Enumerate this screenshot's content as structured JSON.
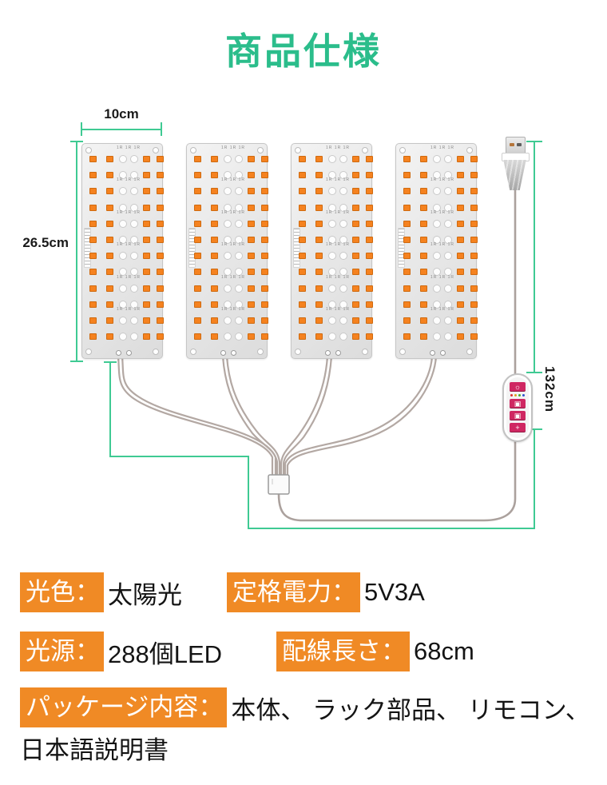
{
  "title": "商品仕様",
  "colors": {
    "accent_green": "#2bbd8b",
    "measure_green": "#3fca93",
    "label_orange": "#f08a25",
    "led_orange": "#f5821f",
    "controller_button_pink": "#cf2762"
  },
  "diagram": {
    "panel_width_label": "10cm",
    "panel_height_label": "26.5cm",
    "cable_length_label": "132cm"
  },
  "panels": {
    "count": 4,
    "rows_per_panel": 12,
    "leds_per_row": 6,
    "marking_glyphs": "1R 1R 1R"
  },
  "controller": {
    "button_icons": [
      "☼",
      "▣",
      "▣",
      "+"
    ],
    "indicator_colors": [
      "#e03030",
      "#e0a020",
      "#46a832",
      "#3050d0"
    ]
  },
  "specs": {
    "light_color": {
      "label": "光色：",
      "value": "太陽光"
    },
    "rated_power": {
      "label": "定格電力：",
      "value": "5V3A"
    },
    "light_source": {
      "label": "光源：",
      "value": "288個LED"
    },
    "wiring_length": {
      "label": "配線長さ：",
      "value": "68cm"
    },
    "package": {
      "label": "パッケージ内容：",
      "value_line1": "本体、 ラック部品、 リモコン、",
      "value_line2": "日本語説明書"
    }
  }
}
